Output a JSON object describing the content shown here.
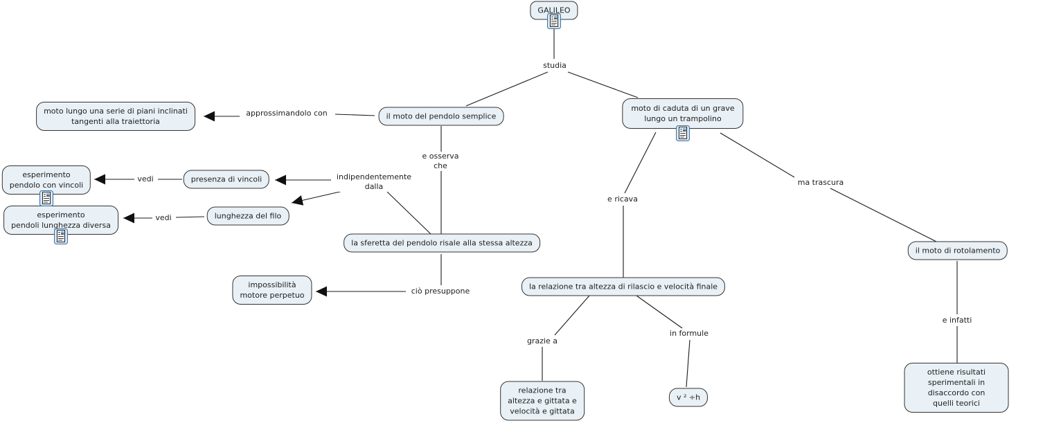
{
  "colors": {
    "node_fill": "#e9f1f6",
    "node_border": "#333333",
    "line": "#1a1a1a",
    "text": "#1d1d1d",
    "icon_border": "#3a6ea5",
    "icon_fill": "#d6e6f5"
  },
  "concepts": {
    "galileo": {
      "label": "GALILEO",
      "has_resource_icon": true
    },
    "pendolo_semplice": {
      "label": "il moto del pendolo semplice"
    },
    "caduta_grave": {
      "label": "moto di caduta di un grave\nlungo un trampolino",
      "has_resource_icon": true
    },
    "piani_inclinati": {
      "label": "moto lungo una serie di piani inclinati\ntangenti alla traiettoria"
    },
    "esperimento_vincoli": {
      "label": "esperimento\npendolo con vincoli",
      "has_resource_icon": true
    },
    "presenza_vincoli": {
      "label": "presenza di vincoli"
    },
    "esperimento_pendoli": {
      "label": "esperimento\npendoli lunghezza diversa",
      "has_resource_icon": true
    },
    "lunghezza_filo": {
      "label": "lunghezza del filo"
    },
    "sferetta": {
      "label": "la sferetta del pendolo risale alla stessa altezza"
    },
    "impossibilita": {
      "label": "impossibilità\nmotore perpetuo"
    },
    "relazione_altezza_velocita": {
      "label": "la relazione tra altezza di rilascio e velocità finale"
    },
    "relazione_gittata": {
      "label": "relazione tra\naltezza e gittata e\nvelocità e gittata"
    },
    "formula": {
      "label": "v ² ÷h"
    },
    "rotolamento": {
      "label": "il moto di rotolamento"
    },
    "risultati": {
      "label": "ottiene risultati sperimentali in disaccordo con\nquelli teorici"
    }
  },
  "link_labels": {
    "studia": "studia",
    "approssimandolo": "approssimandolo con",
    "osserva": "e osserva\nche",
    "indipendentemente": "indipendentemente\ndalla",
    "vedi1": "vedi",
    "vedi2": "vedi",
    "cio_presuppone": "ciò presuppone",
    "ricava": "e ricava",
    "trascura": "ma trascura",
    "grazie": "grazie a",
    "formule": "in formule",
    "infatti": "e infatti"
  }
}
